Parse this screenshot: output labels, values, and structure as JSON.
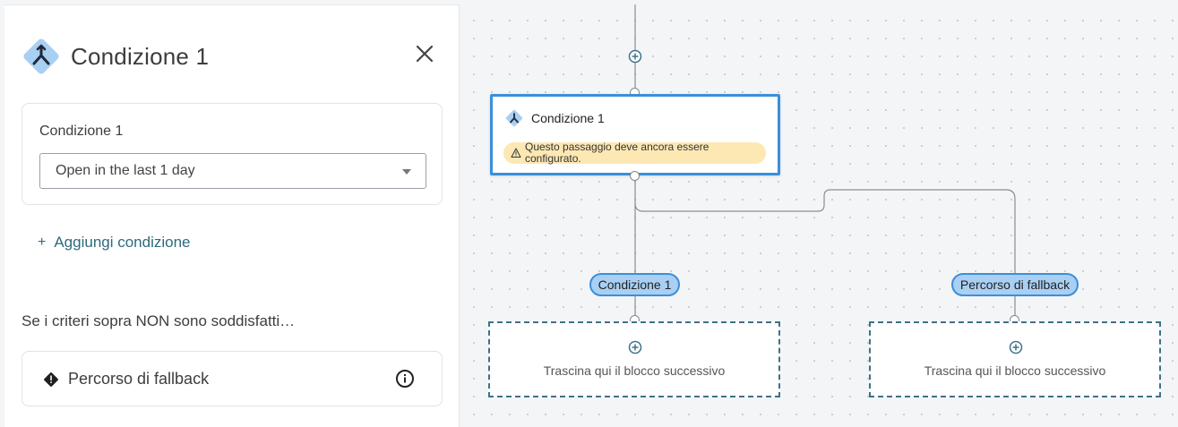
{
  "panel": {
    "title": "Condizione 1",
    "condition_card": {
      "label": "Condizione 1",
      "selected": "Open in the last 1 day"
    },
    "add_condition_label": "Aggiungi condizione",
    "add_condition_plus": "+",
    "fallback_note": "Se i criteri sopra NON sono soddisfatti…",
    "fallback_label": "Percorso di fallback"
  },
  "canvas": {
    "node": {
      "title": "Condizione 1",
      "warning": "Questo passaggio deve ancora essere configurato."
    },
    "branches": [
      {
        "label": "Condizione 1",
        "drop_text": "Trascina qui il blocco successivo"
      },
      {
        "label": "Percorso di fallback",
        "drop_text": "Trascina qui il blocco successivo"
      }
    ]
  },
  "colors": {
    "accent": "#3b8fd9",
    "pill_fill": "#a9cff3",
    "warning_bg": "#fde8b4",
    "link": "#2d6b7d",
    "dashed_border": "#3e7286",
    "icon_light": "#a9cff3",
    "icon_dark": "#1f2a37"
  },
  "icons": [
    "split-icon",
    "close-icon",
    "chevron-down-icon",
    "plus-icon",
    "fallback-diamond-icon",
    "info-icon",
    "warning-icon",
    "add-step-icon"
  ]
}
